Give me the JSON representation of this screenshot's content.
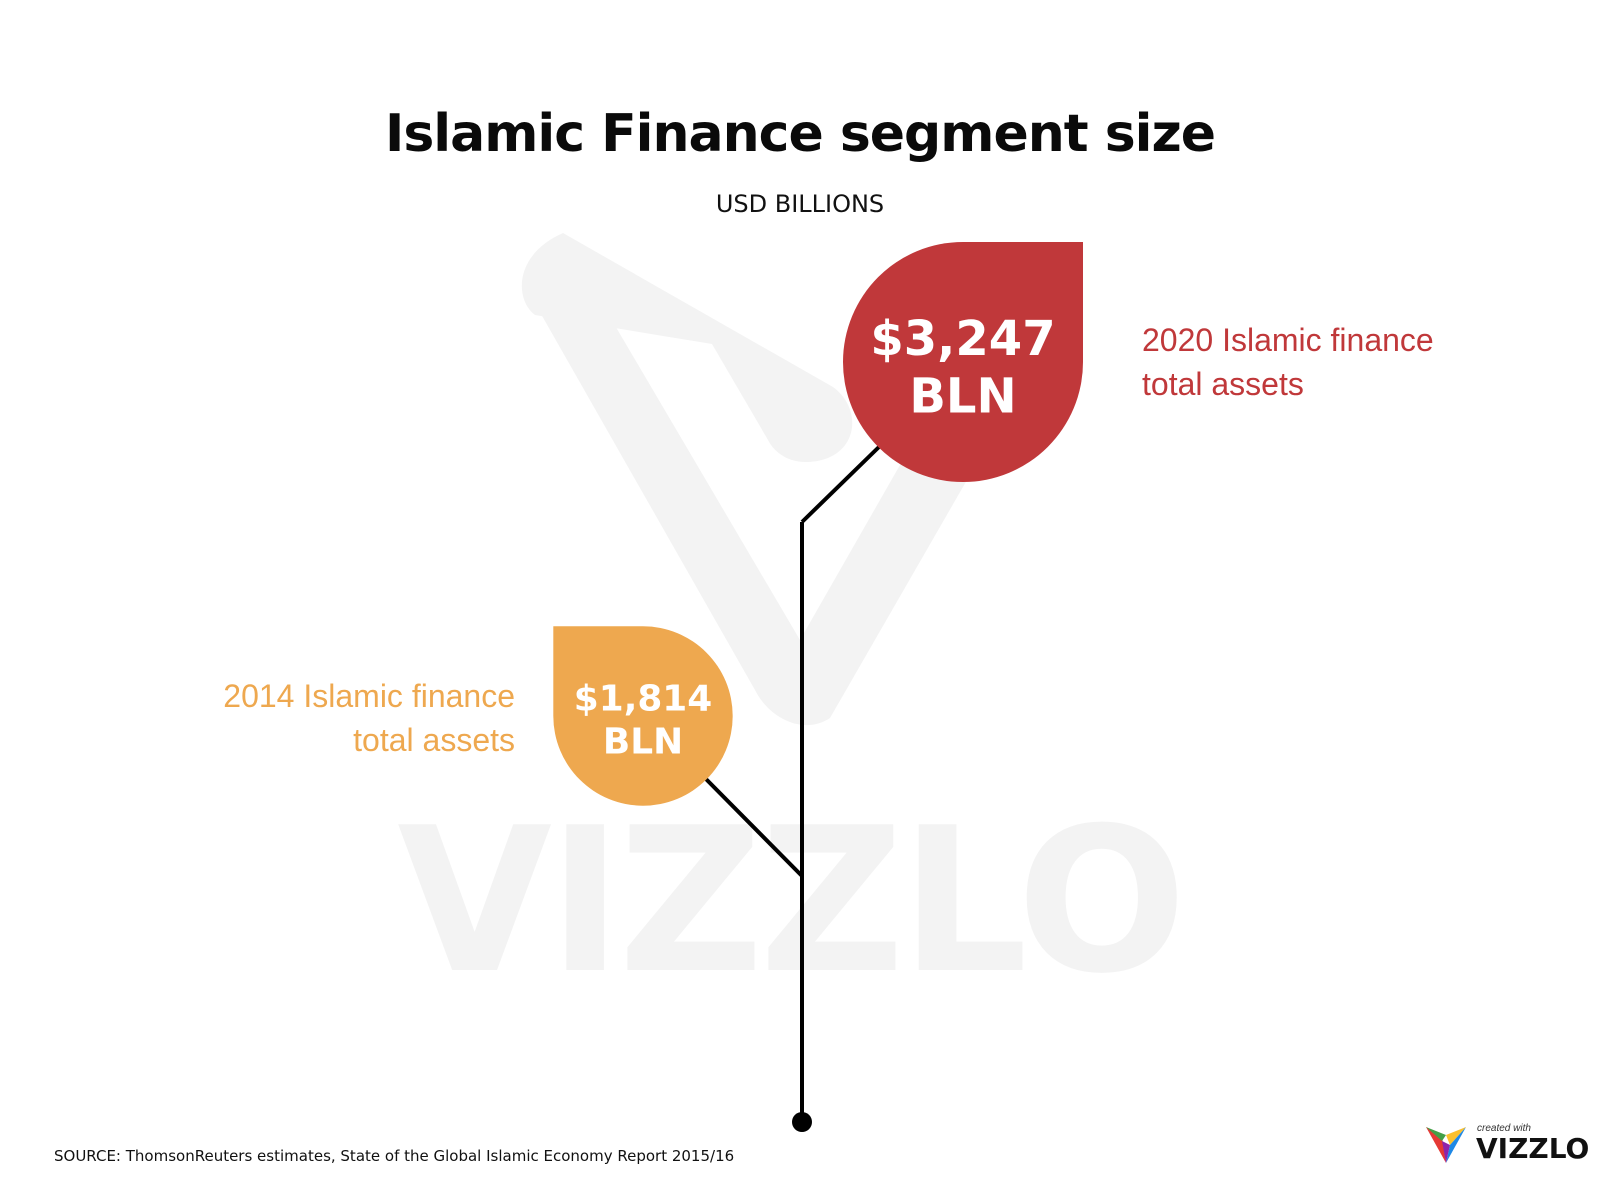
{
  "chart_data": {
    "type": "bubble",
    "title": "Islamic Finance segment size",
    "subtitle": "USD BILLIONS",
    "points": [
      {
        "year": 2014,
        "value": 1814,
        "value_label": "$1,814",
        "unit_label": "BLN",
        "description": "2014 Islamic finance total assets",
        "description_lines": [
          "2014 Islamic finance",
          "total assets"
        ],
        "color": "#EEA84F"
      },
      {
        "year": 2020,
        "value": 3247,
        "value_label": "$3,247",
        "unit_label": "BLN",
        "description": "2020 Islamic finance total assets",
        "description_lines": [
          "2020 Islamic finance",
          "total assets"
        ],
        "color": "#C0383A"
      }
    ]
  },
  "source": "SOURCE: ThomsonReuters estimates, State of the Global Islamic Economy Report 2015/16",
  "watermark": "VIZZLO",
  "badge": {
    "small_text": "created with",
    "word": "VIZZLO",
    "logo_icon": "vizzlo-logo-icon"
  },
  "colors": {
    "line": "#000000",
    "watermark": "#F3F3F3"
  }
}
